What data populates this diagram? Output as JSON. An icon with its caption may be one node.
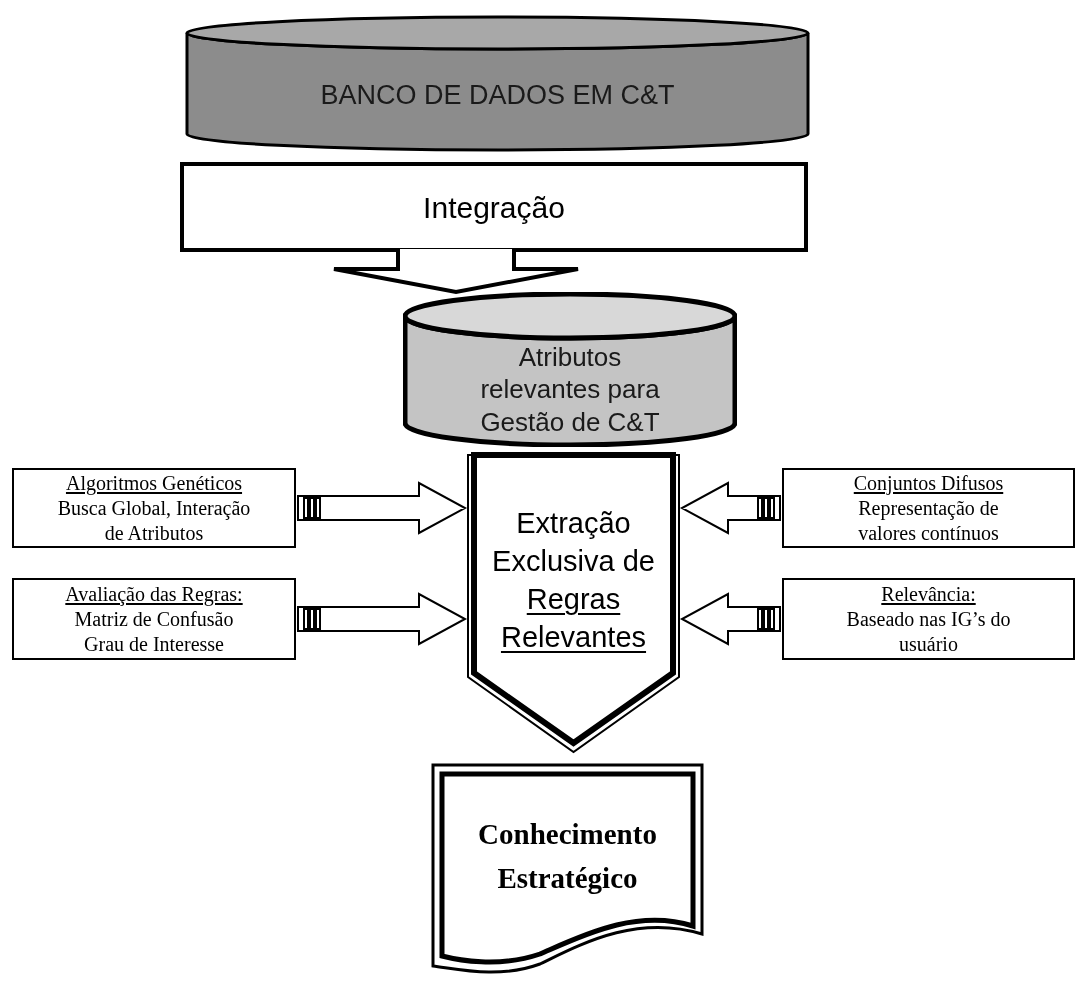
{
  "diagram": {
    "nodes": [
      {
        "text": [
          "BANCO DE DADOS EM C&T"
        ]
      },
      {
        "text": [
          "Integração"
        ]
      },
      {
        "text": [
          "Atributos relevantes para Gestão de C&T"
        ]
      },
      {
        "text": [
          "Extração Exclusiva de",
          "Regras Relevantes"
        ]
      },
      {
        "text": [
          "Algoritmos Genéticos",
          "Busca Global, Interação de Atributos"
        ]
      },
      {
        "text": [
          "Conjuntos Difusos",
          "Representação de valores contínuos"
        ]
      },
      {
        "text": [
          "Avaliação das Regras:",
          "Matriz de Confusão Grau de Interesse"
        ]
      },
      {
        "text": [
          "Relevância:",
          "Baseado nas IG’s do usuário"
        ]
      },
      {
        "text": [
          "Conhecimento Estratégico"
        ]
      }
    ],
    "edges": [
      {
        "from": 1,
        "to": 2,
        "arrow": "to"
      },
      {
        "from": 4,
        "to": 3,
        "arrow": "to"
      },
      {
        "from": 5,
        "to": 3,
        "arrow": "to"
      },
      {
        "from": 6,
        "to": 3,
        "arrow": "to"
      },
      {
        "from": 7,
        "to": 3,
        "arrow": "to"
      }
    ]
  }
}
